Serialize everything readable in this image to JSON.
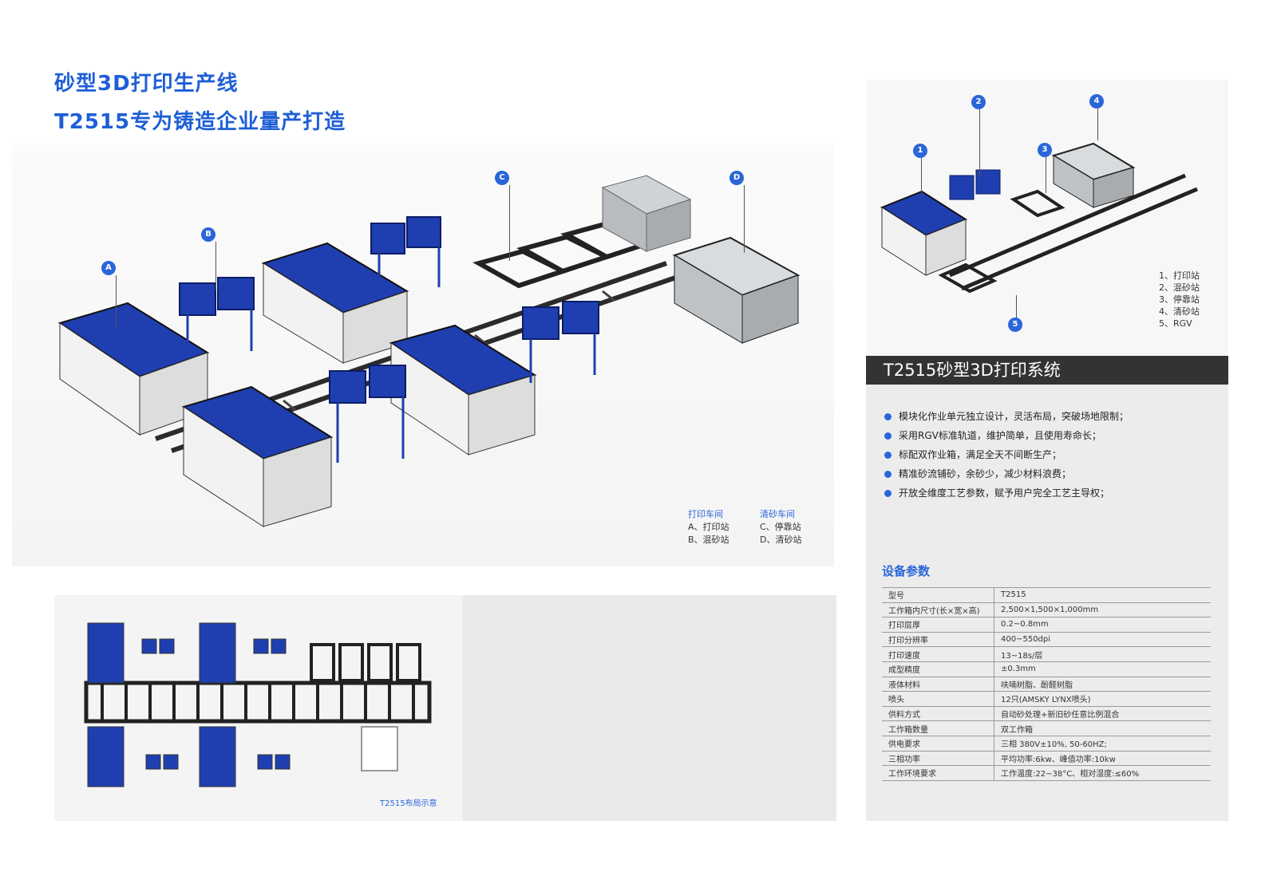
{
  "header": {
    "title_line1": "砂型3D打印生产线",
    "title_line2": "T2515专为铸造企业量产打造"
  },
  "hero_callouts": [
    "A",
    "B",
    "C",
    "D"
  ],
  "hero_legend": {
    "col1_head": "打印车间",
    "col1_items": [
      "A、打印站",
      "B、混砂站"
    ],
    "col2_head": "清砂车间",
    "col2_items": [
      "C、停靠站",
      "D、清砂站"
    ]
  },
  "layout_caption": "T2515布局示意",
  "right_callouts": [
    "1",
    "2",
    "3",
    "4",
    "5"
  ],
  "right_legend": [
    "1、打印站",
    "2、混砂站",
    "3、停靠站",
    "4、清砂站",
    "5、RGV"
  ],
  "system_title": "T2515砂型3D打印系统",
  "features": [
    "模块化作业单元独立设计，灵活布局，突破场地限制；",
    "采用RGV标准轨道，维护简单，且使用寿命长；",
    "标配双作业箱，满足全天不间断生产；",
    "精准砂流铺砂，余砂少，减少材料浪费；",
    "开放全维度工艺参数，赋予用户完全工艺主导权；"
  ],
  "params_title": "设备参数",
  "params": [
    {
      "k": "型号",
      "v": "T2515"
    },
    {
      "k": "工作箱内尺寸(长×宽×高)",
      "v": "2,500×1,500×1,000mm"
    },
    {
      "k": "打印层厚",
      "v": "0.2~0.8mm"
    },
    {
      "k": "打印分辨率",
      "v": "400~550dpi"
    },
    {
      "k": "打印速度",
      "v": "13~18s/层"
    },
    {
      "k": "成型精度",
      "v": "±0.3mm"
    },
    {
      "k": "液体材料",
      "v": "呋喃树脂、酚醛树脂"
    },
    {
      "k": "喷头",
      "v": "12只(AMSKY LYNX喷头)"
    },
    {
      "k": "供料方式",
      "v": "自动砂处理+新旧砂任意比例混合"
    },
    {
      "k": "工作箱数量",
      "v": "双工作箱"
    },
    {
      "k": "供电要求",
      "v": "三相 380V±10%, 50-60HZ;"
    },
    {
      "k": "三相功率",
      "v": "平均功率:6kw、峰值功率:10kw"
    },
    {
      "k": "工作环境要求",
      "v": "工作温度:22~38°C、相对湿度:≤60%"
    }
  ],
  "colors": {
    "accent": "#2a66d9",
    "machine_blue": "#1f3fb0",
    "dark_bar": "#333333"
  }
}
